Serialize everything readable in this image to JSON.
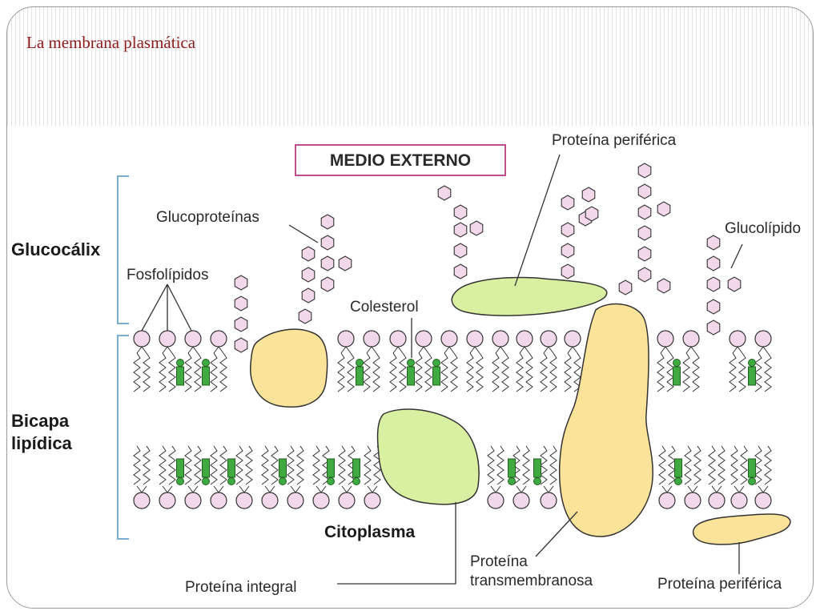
{
  "slide": {
    "title": "La membrana plasmática"
  },
  "diagram": {
    "medio_externo": "MEDIO EXTERNO",
    "glucocalix": "Glucocálix",
    "bicapa_line1": "Bicapa",
    "bicapa_line2": "lipídica",
    "glucoproteinas": "Glucoproteínas",
    "fosfolipidos": "Fosfolípidos",
    "colesterol": "Colesterol",
    "proteina_periferica_top": "Proteína periférica",
    "glucolipido": "Glucolípido",
    "citoplasma": "Citoplasma",
    "proteina_integral": "Proteína integral",
    "proteina_trans_line1": "Proteína",
    "proteina_trans_line2": "transmembranosa",
    "proteina_periferica_bottom": "Proteína periférica",
    "colors": {
      "phospholipid_head": "#f3d8ec",
      "sugar": "#f3d8ec",
      "cholesterol": "#3faa3f",
      "protein_yellow": "#fbe39a",
      "protein_green": "#d9f0a2",
      "medio_box_border": "#c0508a",
      "medio_text": "#c0508a",
      "bracket": "#7aaed0"
    }
  }
}
